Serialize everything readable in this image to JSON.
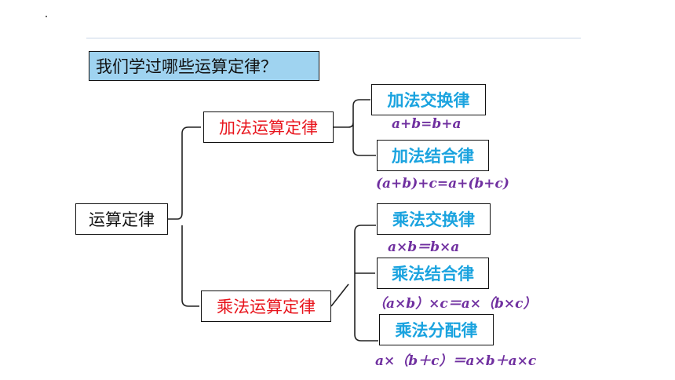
{
  "question": "我们学过哪些运算定律？",
  "root": "运算定律",
  "branches": {
    "addition": {
      "label": "加法运算定律",
      "laws": [
        {
          "name": "加法交换律",
          "formula": "a+b=b+a"
        },
        {
          "name": "加法结合律",
          "formula": "(a+b)+c=a+(b+c)"
        }
      ]
    },
    "multiplication": {
      "label": "乘法运算定律",
      "laws": [
        {
          "name": "乘法交换律",
          "formula": "a×b＝b×a"
        },
        {
          "name": "乘法结合律",
          "formula": "（a×b）×c＝a×（b×c）"
        },
        {
          "name": "乘法分配律",
          "formula": "a×（b＋c）＝a×b＋a×c"
        }
      ]
    }
  },
  "colors": {
    "question_bg": "#9fd3f0",
    "branch_text": "#e8141c",
    "law_text": "#1aa3df",
    "formula_text": "#7030a0"
  }
}
